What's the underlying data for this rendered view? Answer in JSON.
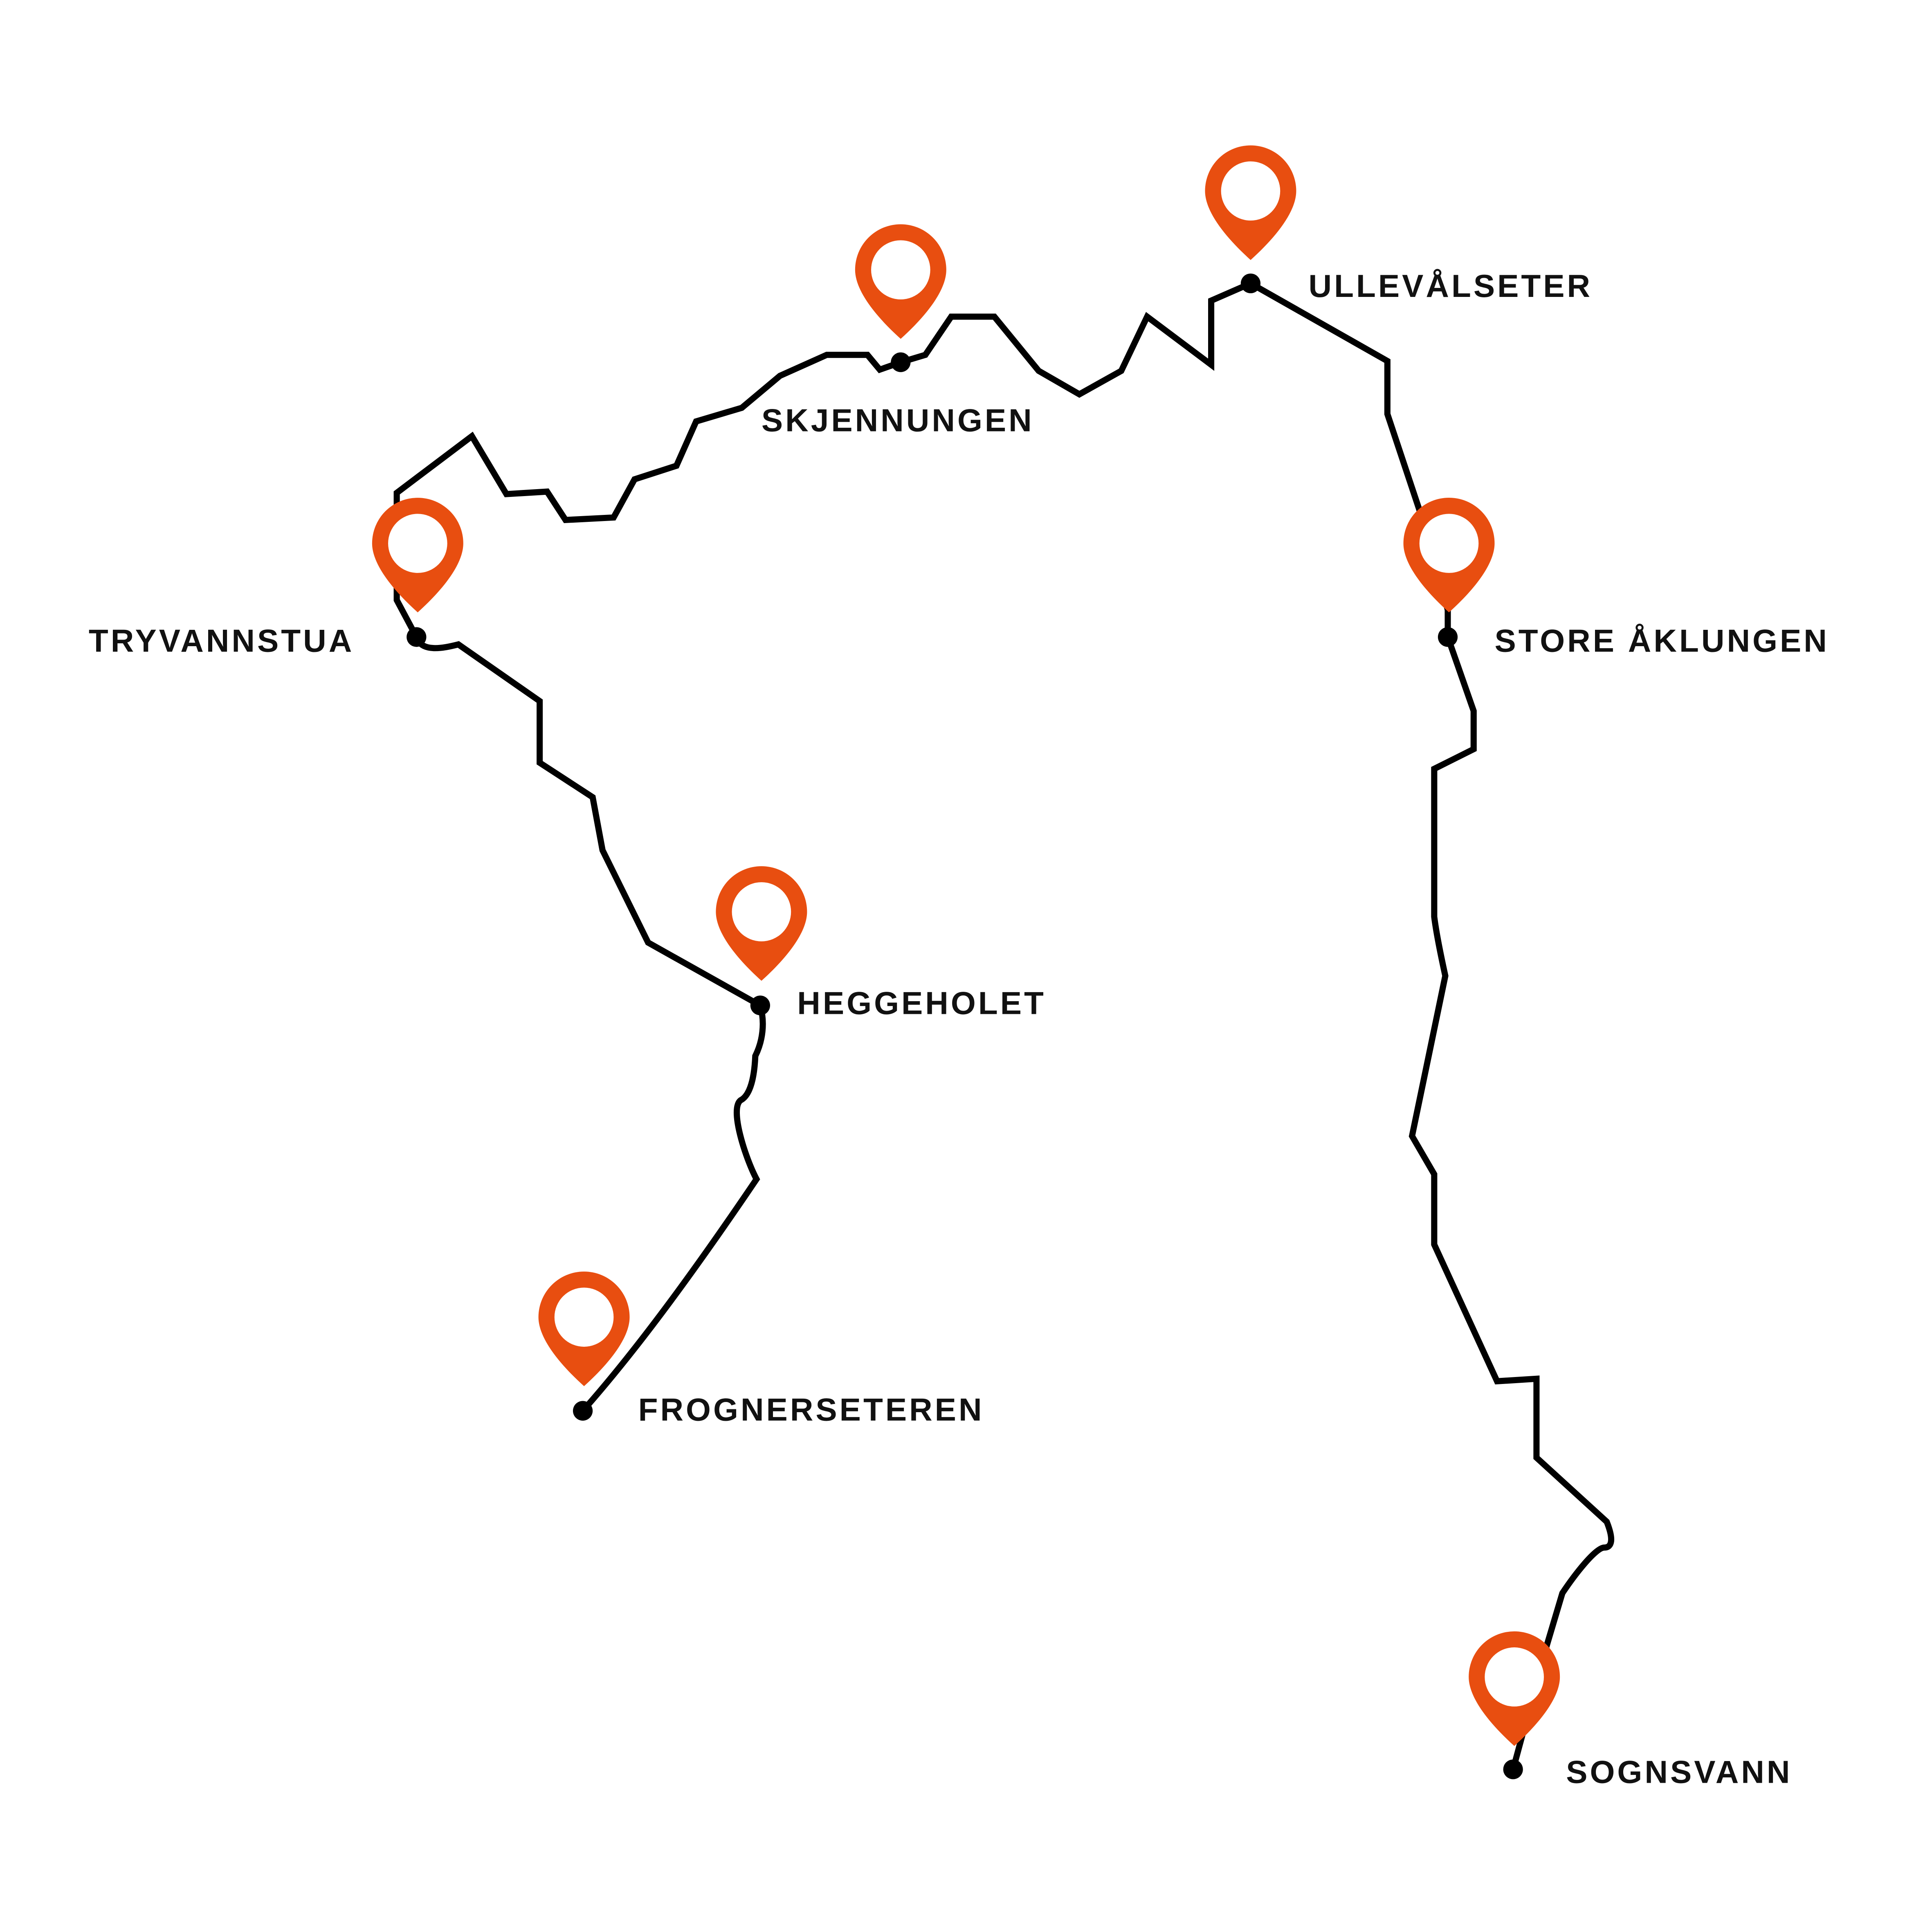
{
  "colors": {
    "pin": "#E84E10",
    "route": "#000000"
  },
  "stops": [
    {
      "id": "tryvannstua",
      "label": "TRYVANNSTUA"
    },
    {
      "id": "skjennungen",
      "label": "SKJENNUNGEN"
    },
    {
      "id": "ullevalseter",
      "label": "ULLEVÅLSETER"
    },
    {
      "id": "store-aklungen",
      "label": "STORE ÅKLUNGEN"
    },
    {
      "id": "heggeholet",
      "label": "HEGGEHOLET"
    },
    {
      "id": "frognerseteren",
      "label": "FROGNERSETEREN"
    },
    {
      "id": "sognsvann",
      "label": "SOGNSVANN"
    }
  ]
}
